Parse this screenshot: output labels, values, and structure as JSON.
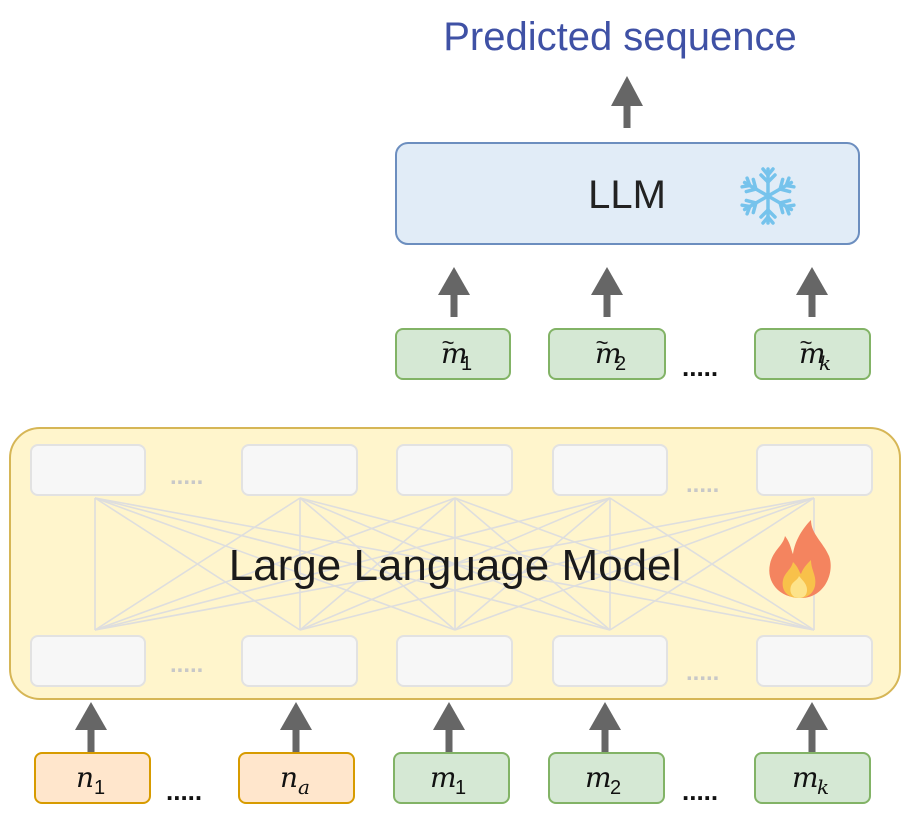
{
  "title": "Predicted sequence",
  "frozen_model": {
    "label": "LLM",
    "icon": "snowflake-icon"
  },
  "trained_model": {
    "label": "Large Language Model",
    "icon": "fire-icon"
  },
  "ellipsis": ".....",
  "compressed_tokens": [
    {
      "base": "m",
      "tilde": "~",
      "sub": "1"
    },
    {
      "base": "m",
      "tilde": "~",
      "sub": "2"
    },
    {
      "base": "m",
      "tilde": "~",
      "sub": "k"
    }
  ],
  "input_tokens_n": [
    {
      "base": "n",
      "sub": "1"
    },
    {
      "base": "n",
      "sub": "a"
    }
  ],
  "input_tokens_m": [
    {
      "base": "m",
      "sub": "1"
    },
    {
      "base": "m",
      "sub": "2"
    },
    {
      "base": "m",
      "sub": "k"
    }
  ],
  "colors": {
    "title": "#3f51a5",
    "llm_fill": "#e1ecf7",
    "llm_stroke": "#6c8ebf",
    "big_fill": "#fff5cc",
    "big_stroke": "#d6b656",
    "green_fill": "#d5e8d4",
    "green_stroke": "#82b366",
    "orange_fill": "#ffe6cc",
    "orange_stroke": "#d79b00",
    "arrow": "#666666"
  }
}
